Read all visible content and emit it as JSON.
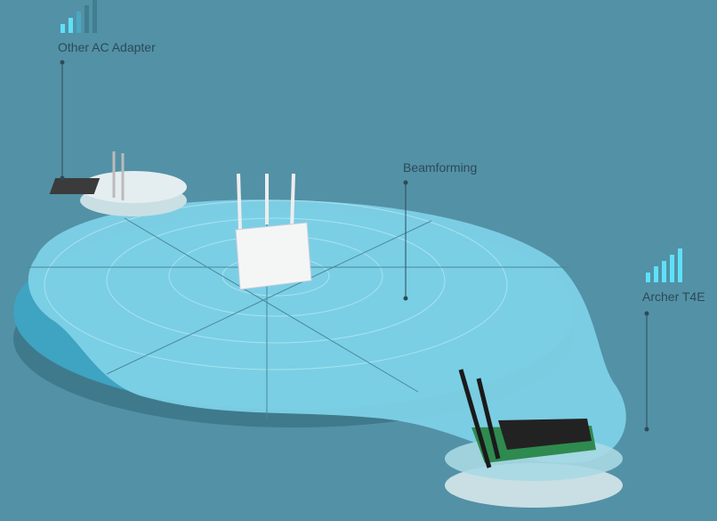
{
  "labels": {
    "other_adapter": "Other AC Adapter",
    "beamforming": "Beamforming",
    "archer": "Archer T4E"
  },
  "signal": {
    "other_adapter": {
      "strength": 2,
      "max": 5
    },
    "archer": {
      "strength": 5,
      "max": 5
    }
  },
  "colors": {
    "background": "#5391a6",
    "signal_on": "#5fe0f8",
    "signal_off": "#3f7d90",
    "coverage": "#7fd3e8",
    "label": "#2c4a57"
  }
}
